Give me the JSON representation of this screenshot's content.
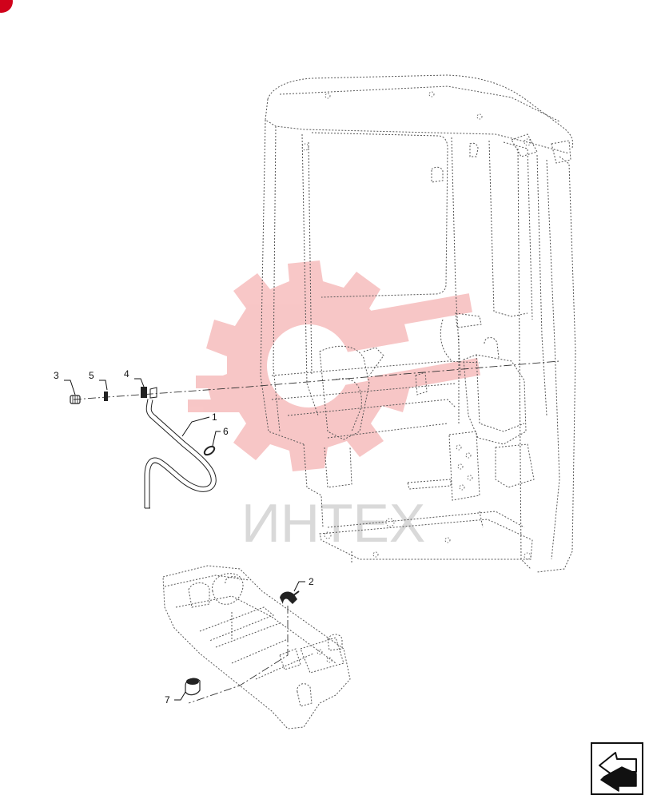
{
  "watermark": {
    "text": "ИНТЕХ",
    "gear_color": "#f29999"
  },
  "callouts": [
    {
      "number": "1",
      "part": "hose"
    },
    {
      "number": "2",
      "part": "hose-clamp"
    },
    {
      "number": "3",
      "part": "fitting"
    },
    {
      "number": "4",
      "part": "clamp"
    },
    {
      "number": "5",
      "part": "washer"
    },
    {
      "number": "6",
      "part": "o-ring"
    },
    {
      "number": "7",
      "part": "cap"
    }
  ],
  "colors": {
    "line": "#222222",
    "dashed": "#555555",
    "corner_mark": "#d0021b"
  },
  "icons": {
    "navigation": "arrow-return-icon",
    "corner": "corner-marker-icon"
  }
}
